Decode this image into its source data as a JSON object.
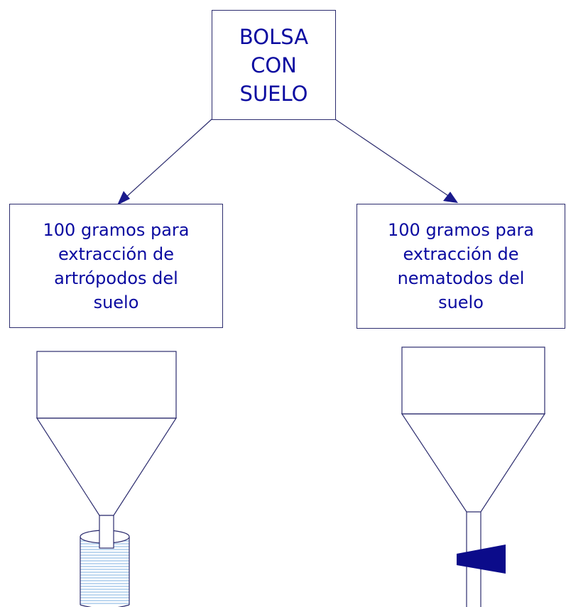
{
  "top_box": {
    "lines": [
      "BOLSA",
      "CON",
      "SUELO"
    ]
  },
  "left_box": {
    "lines": [
      "100 gramos para",
      "extracción de",
      "artrópodos del",
      "suelo"
    ]
  },
  "right_box": {
    "lines": [
      "100 gramos para",
      "extracción de",
      "nematodos del",
      "suelo"
    ]
  },
  "colors": {
    "text": "#0a0aa0",
    "stroke": "#2c2c6e",
    "arrowhead": "#1a1a8c",
    "water": "#7fb0e0"
  }
}
